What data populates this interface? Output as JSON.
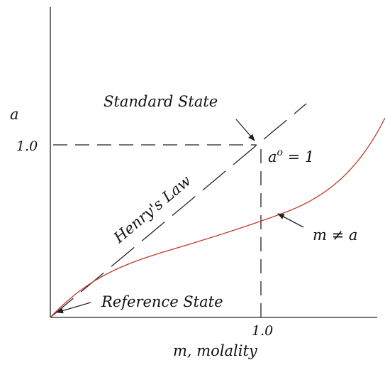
{
  "labels": {
    "y_axis": "a",
    "x_axis": "m, molality",
    "y_tick": "1.0",
    "x_tick": "1.0",
    "standard_state": "Standard State",
    "henrys_law": "Henry's Law",
    "activity_unity": "a",
    "activity_unity_sup": "o",
    "activity_unity_eq": " = 1",
    "m_ne_a": "m ≠ a",
    "reference_state": "Reference State"
  },
  "colors": {
    "axes": "#222222",
    "guides": "#222222",
    "curve": "#c0392b",
    "text": "#111111"
  }
}
